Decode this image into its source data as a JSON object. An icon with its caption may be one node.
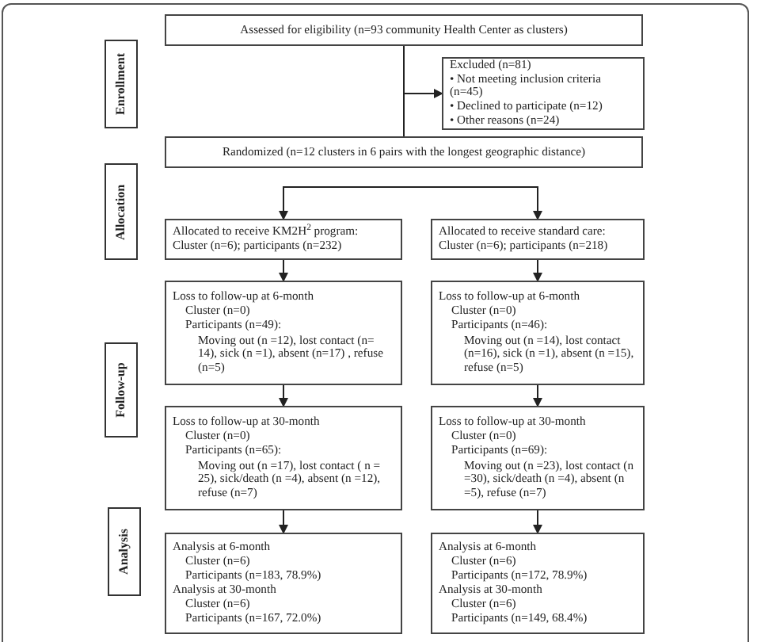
{
  "diagram": {
    "nodes": [
      {
        "text": [
          "Assessed for eligibility (n=93 community Health Center as clusters)"
        ]
      },
      {
        "text": [
          "Excluded (n=81)",
          "• Not meeting inclusion criteria (n=45)",
          "• Declined to participate (n=12)",
          "• Other reasons (n=24)"
        ]
      },
      {
        "text": [
          "Randomized (n=12 clusters in 6 pairs with the longest geographic distance)"
        ]
      },
      {
        "text": [
          "Allocated to receive KM2H$^{2}$ program:",
          "Cluster (n=6); participants (n=232)"
        ]
      },
      {
        "text": [
          "Allocated to receive standard care:",
          "Cluster (n=6); participants (n=218)"
        ]
      },
      {
        "text": [
          "Loss to follow-up at 6-month",
          "Cluster (n=0)",
          "Participants (n=49):",
          "Moving out (n =12), lost contact (n= 14), sick (n =1), absent (n=17) , refuse (n=5)"
        ]
      },
      {
        "text": [
          "Loss to follow-up at 6-month",
          "Cluster (n=0)",
          "Participants (n=46):",
          "Moving out (n =14), lost contact (n=16), sick (n =1), absent (n =15), refuse (n=5)"
        ]
      },
      {
        "text": [
          "Loss to follow-up at 30-month",
          "Cluster (n=0)",
          "Participants (n=65):",
          "Moving out (n =17), lost contact ( n = 25), sick/death (n =4), absent (n =12), refuse (n=7)"
        ]
      },
      {
        "text": [
          "Loss to follow-up at 30-month",
          "Cluster (n=0)",
          "Participants (n=69):",
          "Moving out (n =23), lost contact (n =30), sick/death (n =4), absent (n =5), refuse (n=7)"
        ]
      },
      {
        "text": [
          "Analysis at 6-month",
          "Cluster (n=6)",
          "Participants (n=183, 78.9%)",
          "Analysis at 30-month",
          "Cluster (n=6)",
          "Participants (n=167, 72.0%)"
        ]
      },
      {
        "text": [
          "Analysis at 6-month",
          "Cluster (n=6)",
          "Participants (n=172, 78.9%)",
          "Analysis at 30-month",
          "Cluster (n=6)",
          "Participants (n=149, 68.4%)"
        ]
      },
      {
        "text": [
          "Enrollment"
        ]
      },
      {
        "text": [
          "Allocation"
        ]
      },
      {
        "text": [
          "Follow-up"
        ]
      },
      {
        "text": [
          "Analysis"
        ]
      }
    ],
    "edges": [
      {
        "from": 0,
        "to": 1,
        "arrow": "to"
      },
      {
        "from": 0,
        "to": 2,
        "arrow": "none"
      },
      {
        "from": 2,
        "to": 3,
        "arrow": "to"
      },
      {
        "from": 2,
        "to": 4,
        "arrow": "to"
      },
      {
        "from": 3,
        "to": 5,
        "arrow": "to"
      },
      {
        "from": 4,
        "to": 6,
        "arrow": "to"
      },
      {
        "from": 5,
        "to": 7,
        "arrow": "to"
      },
      {
        "from": 6,
        "to": 8,
        "arrow": "to"
      },
      {
        "from": 7,
        "to": 9,
        "arrow": "to"
      },
      {
        "from": 8,
        "to": 10,
        "arrow": "to"
      }
    ]
  }
}
